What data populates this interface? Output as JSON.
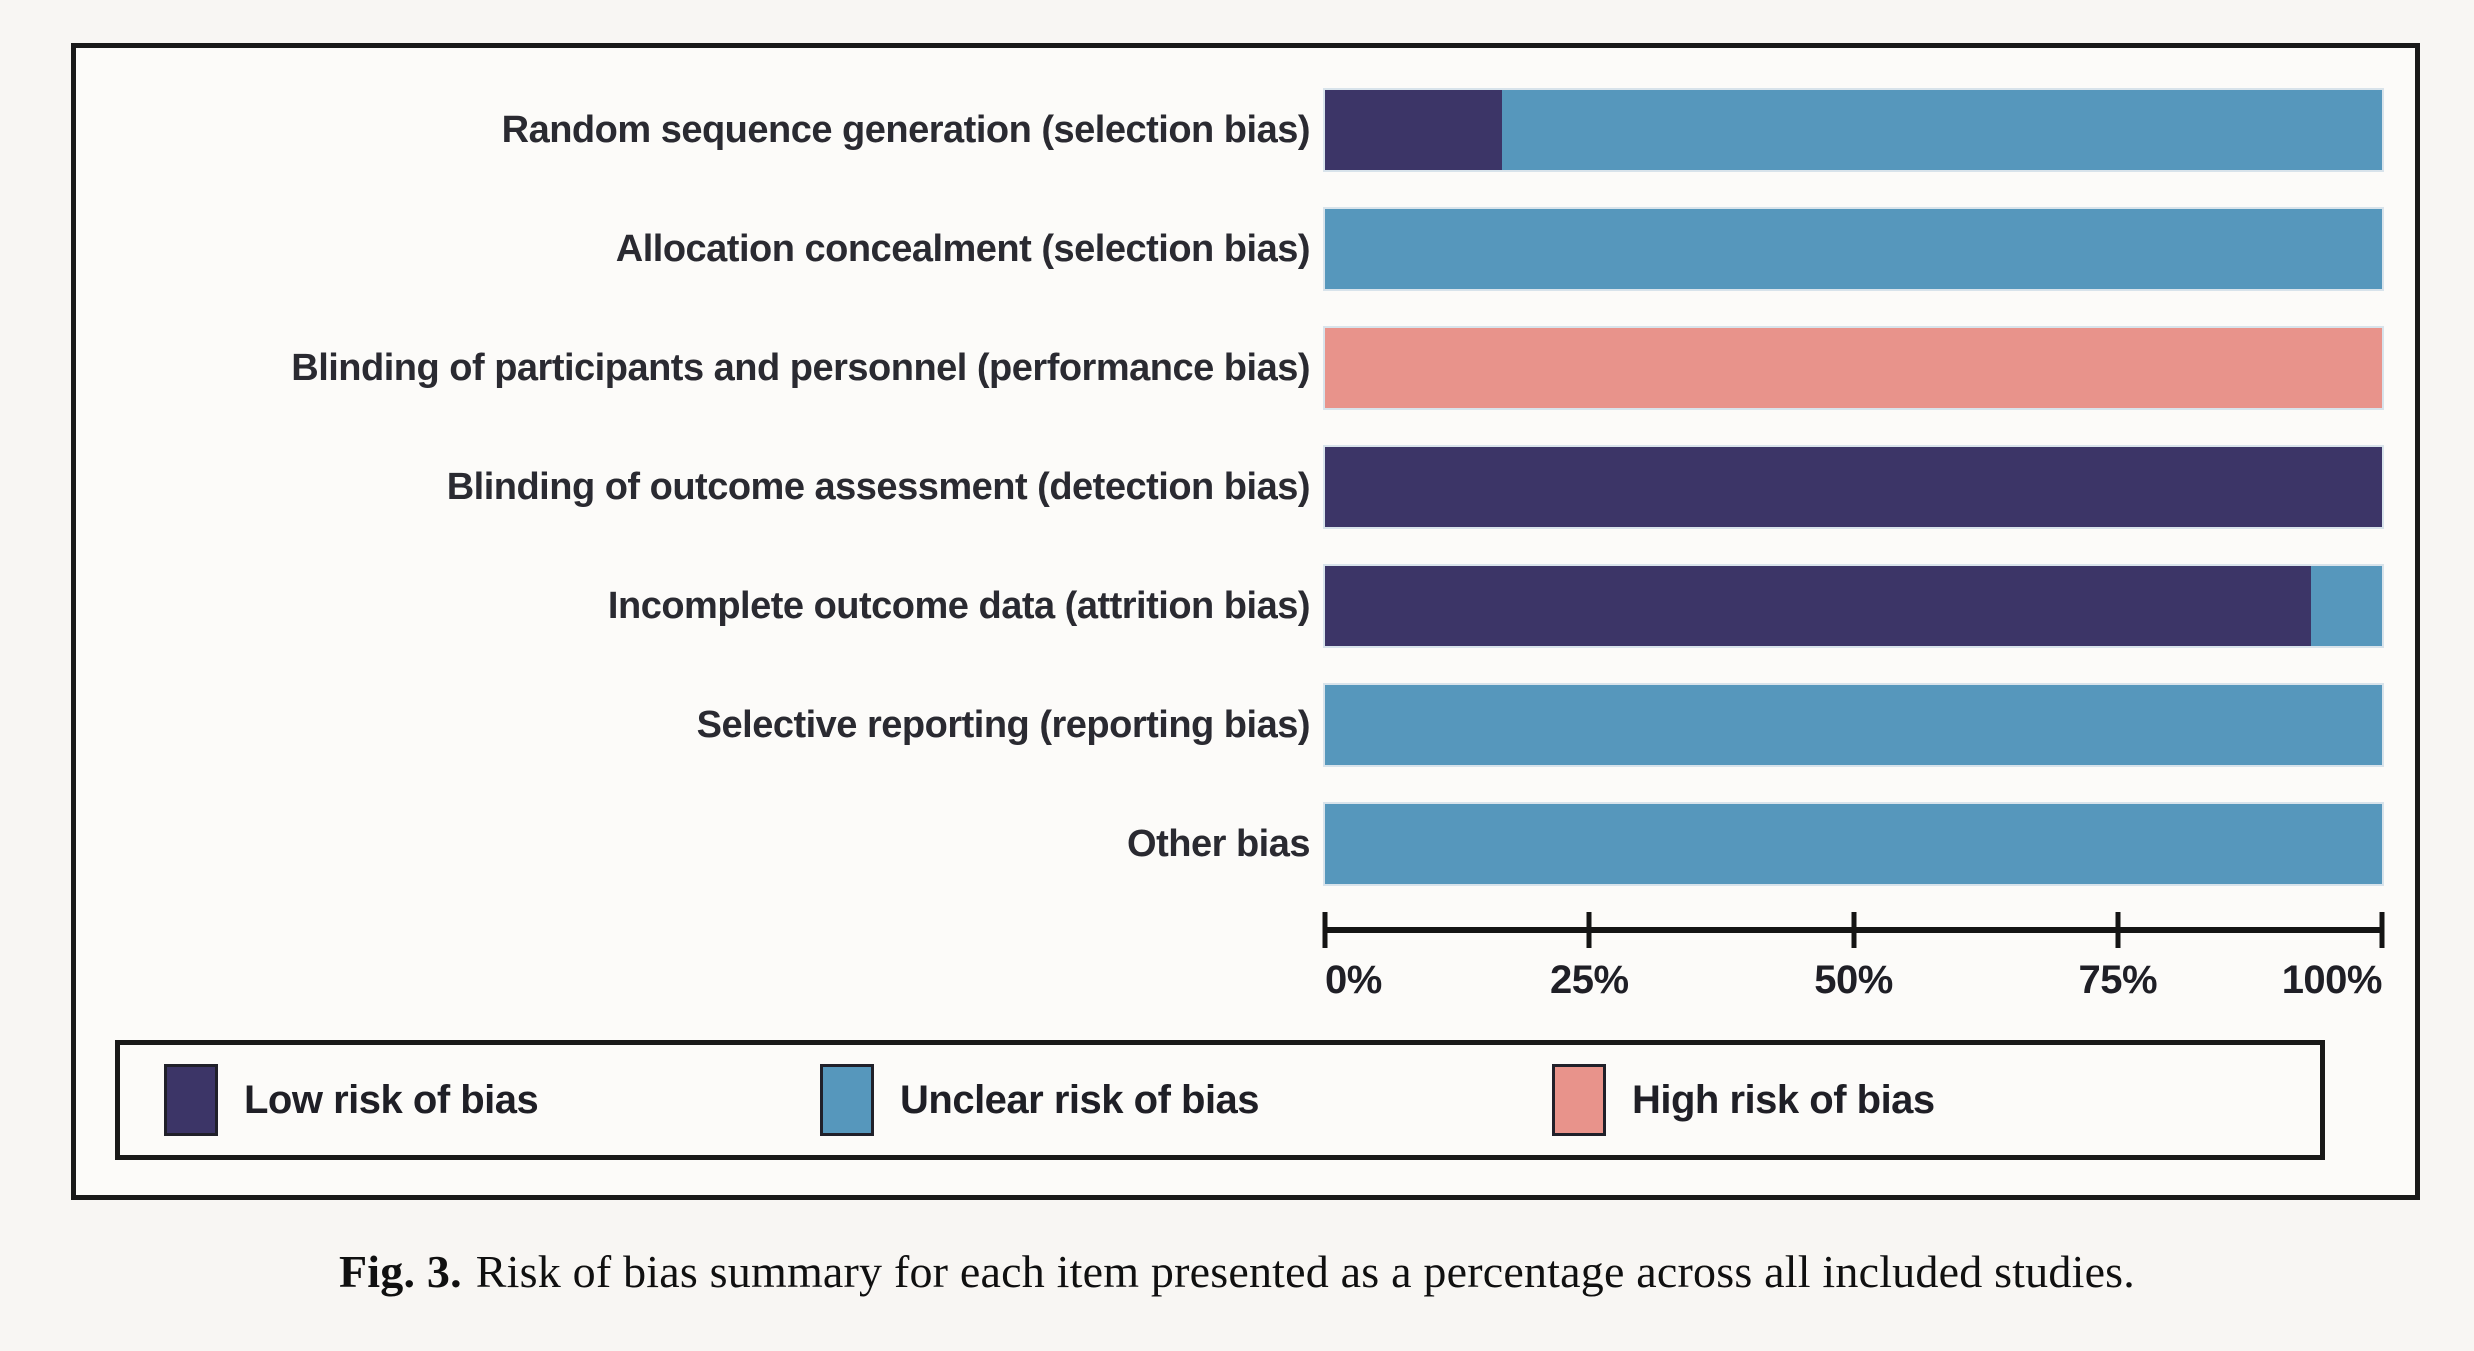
{
  "figure": {
    "caption_prefix": "Fig. 3.",
    "caption_text": "Risk of bias summary for each item presented as a percentage across all included studies."
  },
  "chart_data": {
    "type": "bar",
    "orientation": "horizontal",
    "stacked": true,
    "grid": false,
    "title": "",
    "xlabel": "",
    "ylabel": "",
    "categories": [
      "Random sequence generation (selection bias)",
      "Allocation concealment (selection bias)",
      "Blinding of participants and personnel (performance bias)",
      "Blinding of outcome assessment (detection bias)",
      "Incomplete outcome data (attrition bias)",
      "Selective reporting (reporting bias)",
      "Other bias"
    ],
    "series": [
      {
        "name": "Low risk of bias",
        "color": "#3c3567",
        "values": [
          16.7,
          0,
          0,
          100,
          93.3,
          0,
          0
        ]
      },
      {
        "name": "Unclear risk of bias",
        "color": "#5697bc",
        "values": [
          83.3,
          100,
          0,
          0,
          6.7,
          100,
          100
        ]
      },
      {
        "name": "High risk of bias",
        "color": "#e8938b",
        "values": [
          0,
          0,
          100,
          0,
          0,
          0,
          0
        ]
      }
    ],
    "x_axis": {
      "min": 0,
      "max": 100,
      "tick_labels": [
        "0%",
        "25%",
        "50%",
        "75%",
        "100%"
      ]
    },
    "legend_position": "bottom"
  }
}
